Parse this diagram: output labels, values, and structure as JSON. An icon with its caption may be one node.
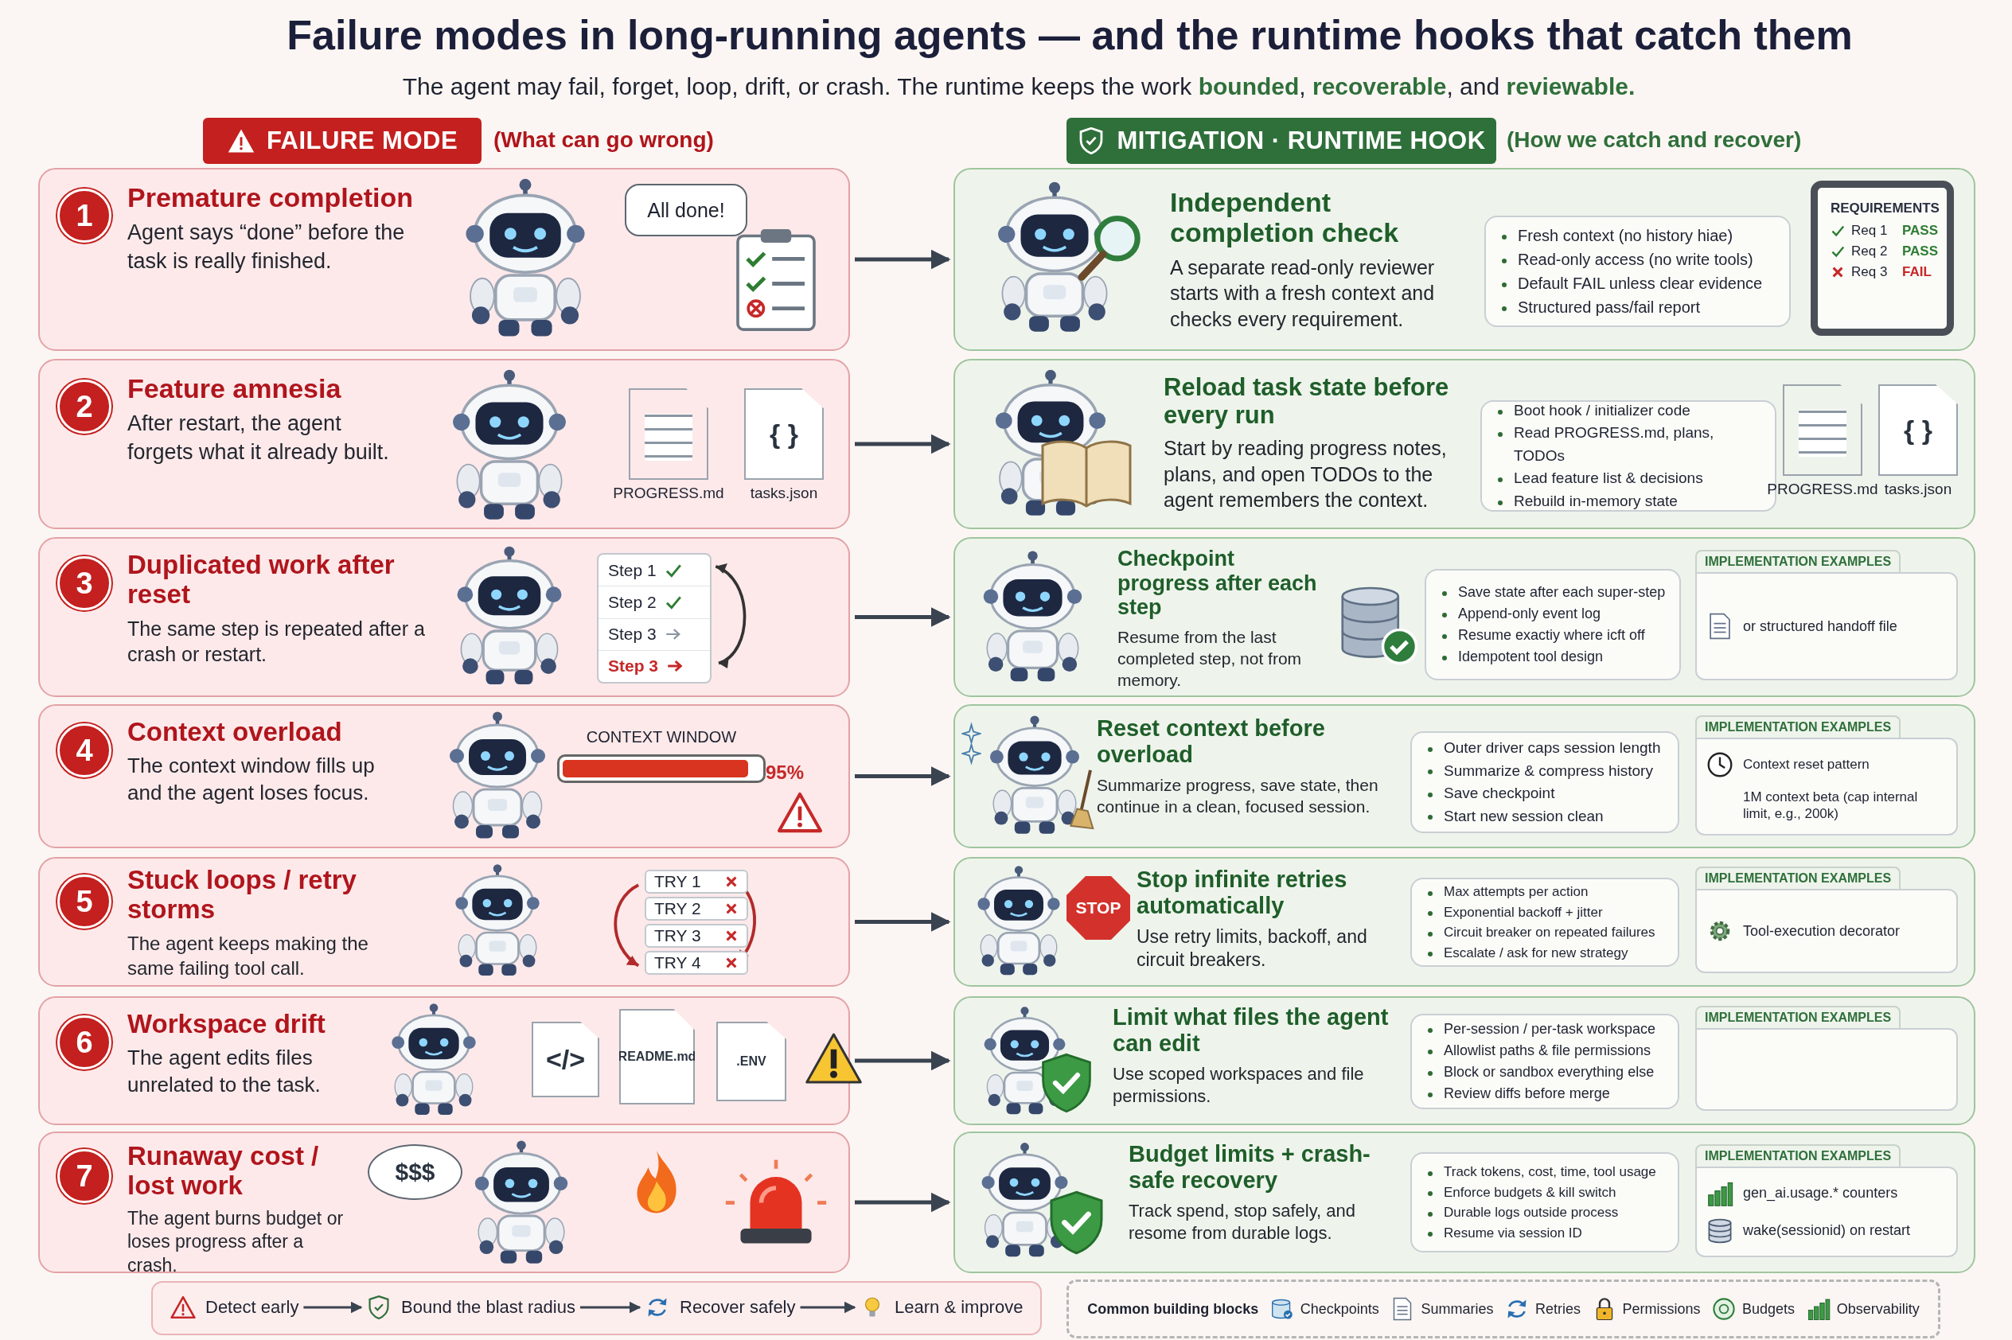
{
  "diagram": {
    "title": "Failure modes in long-running agents — and the runtime hooks that catch them",
    "nodes": [
      {
        "text": [
          "FAILURE MODE"
        ],
        "beside": [
          "(What can go wrong)"
        ]
      },
      {
        "text": [
          "MITIGATION · RUNTIME HOOK"
        ],
        "beside": [
          "(How we catch and recover)"
        ]
      },
      {
        "text": [
          "Premature completion",
          "Agent says “done” before the task is really finished."
        ]
      },
      {
        "text": [
          "1"
        ],
        "in": 2
      },
      {
        "text": [
          "All done!"
        ],
        "in": 2
      },
      {
        "text": [
          "Independent completion check",
          "A separate read-only reviewer starts with a fresh context and checks every requirement."
        ]
      },
      {
        "text": [
          "Fresh context (no history hiae)",
          "Read-only access (no write tools)",
          "Default FAIL unless clear evidence",
          "Structured pass/fail report"
        ],
        "in": 5
      },
      {
        "text": [
          "REQUIREMENTS",
          "Req 1",
          "PASS",
          "Req 2",
          "PASS",
          "Req 3",
          "FAIL"
        ],
        "in": 5
      },
      {
        "text": [
          "Feature amnesia",
          "After restart, the agent forgets what it already built."
        ]
      },
      {
        "text": [
          "2"
        ],
        "in": 8
      },
      {
        "text": [
          "PROGRESS.md"
        ],
        "in": 8
      },
      {
        "text": [
          "{ }",
          "tasks.json"
        ],
        "in": 8
      },
      {
        "text": [
          "Reload task state before every run",
          "Start by reading progress notes, plans, and open TODOs to the agent remembers the context."
        ]
      },
      {
        "text": [
          "Boot hook / initializer code",
          "Read PROGRESS.md, plans, TODOs",
          "Lead feature list & decisions",
          "Rebuild in-memory state"
        ],
        "in": 12
      },
      {
        "text": [
          "PROGRESS.md"
        ],
        "in": 12
      },
      {
        "text": [
          "{ }",
          "tasks.json"
        ],
        "in": 12
      },
      {
        "text": [
          "Duplicated work after reset",
          "The same step is repeated after a crash or restart."
        ]
      },
      {
        "text": [
          "3"
        ],
        "in": 16
      },
      {
        "text": [
          "Step 1",
          "Step 2",
          "Step 3",
          "Step 3"
        ],
        "in": 16
      },
      {
        "text": [
          "Checkpoint progress after each step",
          "Resume from the last completed step, not from memory."
        ]
      },
      {
        "text": [
          "Save state after each super-step",
          "Append-only event log",
          "Resume exactiy where icft off",
          "Idempotent tool design"
        ],
        "in": 19
      },
      {
        "text": [
          "IMPLEMENTATION EXAMPLES",
          "or structured handoff file"
        ],
        "in": 19
      },
      {
        "text": [
          "Context overload",
          "The context window fills up and the agent loses focus."
        ]
      },
      {
        "text": [
          "4"
        ],
        "in": 22
      },
      {
        "text": [
          "CONTEXT WINDOW"
        ],
        "beside": [
          "95%"
        ],
        "in": 22
      },
      {
        "text": [
          "Reset context before overload",
          "Summarize progress, save state, then continue in a clean, focused session."
        ]
      },
      {
        "text": [
          "Outer driver caps session length",
          "Summarize & compress history",
          "Save checkpoint",
          "Start new session clean"
        ],
        "in": 25
      },
      {
        "text": [
          "IMPLEMENTATION EXAMPLES",
          "Context reset pattern",
          "1M context beta (cap internal limit, e.g., 200k)"
        ],
        "in": 25
      },
      {
        "text": [
          "Stuck loops / retry storms",
          "The agent keeps making the same failing tool call."
        ]
      },
      {
        "text": [
          "5"
        ],
        "in": 28
      },
      {
        "text": [
          "TRY 1",
          "TRY 2",
          "TRY 3",
          "TRY 4"
        ],
        "in": 28
      },
      {
        "text": [
          "Stop infinite retries automatically",
          "Use retry limits, backoff, and circuit breakers."
        ]
      },
      {
        "text": [
          "STOP"
        ],
        "in": 31
      },
      {
        "text": [
          "Max attempts per action",
          "Exponential backoff + jitter",
          "Circuit breaker on repeated failures",
          "Escalate / ask for new strategy"
        ],
        "in": 31
      },
      {
        "text": [
          "IMPLEMENTATION EXAMPLES",
          "Tool-execution decorator"
        ],
        "in": 31
      },
      {
        "text": [
          "Workspace drift",
          "The agent edits files unrelated to the task."
        ]
      },
      {
        "text": [
          "6"
        ],
        "in": 35
      },
      {
        "text": [
          "</>"
        ],
        "in": 35
      },
      {
        "text": [
          "README.md"
        ],
        "in": 35
      },
      {
        "text": [
          ".ENV"
        ],
        "in": 35
      },
      {
        "text": [
          "Limit what files the agent can edit",
          "Use scoped workspaces and file permissions."
        ]
      },
      {
        "text": [
          "Per-session / per-task workspace",
          "Allowlist paths & file permissions",
          "Block or sandbox everything else",
          "Review diffs before merge"
        ],
        "in": 40
      },
      {
        "text": [
          "IMPLEMENTATION EXAMPLES"
        ],
        "in": 40
      },
      {
        "text": [
          "Runaway cost / lost work",
          "The agent burns budget or loses progress after a crash."
        ]
      },
      {
        "text": [
          "7"
        ],
        "in": 43
      },
      {
        "text": [
          "$$$"
        ],
        "in": 43
      },
      {
        "text": [
          "Budget limits + crash-safe recovery",
          "Track spend, stop safely, and resome from durable logs."
        ]
      },
      {
        "text": [
          "Track tokens, cost, time, tool usage",
          "Enforce budgets & kill switch",
          "Durable logs outside process",
          "Resume via session ID"
        ],
        "in": 46
      },
      {
        "text": [
          "IMPLEMENTATION EXAMPLES",
          "gen_ai.usage.* counters",
          "wake(sessionid) on restart"
        ],
        "in": 46
      },
      {
        "text": [],
        "shape": "box"
      },
      {
        "text": [
          "Detect early"
        ],
        "in": 49
      },
      {
        "text": [
          "Bound the blast radius"
        ],
        "in": 49
      },
      {
        "text": [
          "Recover safely"
        ],
        "in": 49
      },
      {
        "text": [
          "Learn & improve"
        ],
        "in": 49
      },
      {
        "text": [
          "Common building blocks",
          "Checkpoints",
          "Summaries",
          "Retries",
          "Permissions",
          "Budgets",
          "Observability"
        ]
      }
    ],
    "edges": [
      {
        "from": 2,
        "to": 5,
        "arrow": "to"
      },
      {
        "from": 8,
        "to": 12,
        "arrow": "to"
      },
      {
        "from": 16,
        "to": 19,
        "arrow": "to"
      },
      {
        "from": 22,
        "to": 25,
        "arrow": "to"
      },
      {
        "from": 28,
        "to": 31,
        "arrow": "to"
      },
      {
        "from": 35,
        "to": 40,
        "arrow": "to"
      },
      {
        "from": 43,
        "to": 46,
        "arrow": "to"
      },
      {
        "from": 50,
        "to": 51,
        "arrow": "to"
      },
      {
        "from": 51,
        "to": 52,
        "arrow": "to"
      },
      {
        "from": 52,
        "to": 53,
        "arrow": "to"
      }
    ],
    "labels": [
      "The agent may fail, forget, loop, drift, or crash. The runtime keeps the work **bounded**, **recoverable**, and **reviewable.**"
    ]
  }
}
